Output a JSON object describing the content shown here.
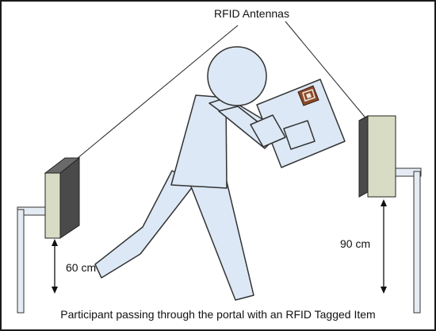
{
  "diagram": {
    "title": "RFID Antennas",
    "left_height_label": "60 cm",
    "right_height_label": "90 cm",
    "caption": "Participant passing through the portal with an RFID Tagged Item"
  },
  "colors": {
    "figure_fill": "#dce8f5",
    "antenna_front": "#d9dcc4",
    "antenna_side": "#5a5a5a",
    "stand_fill": "#e4ebf2",
    "tag_fill": "#8b4a2c"
  }
}
